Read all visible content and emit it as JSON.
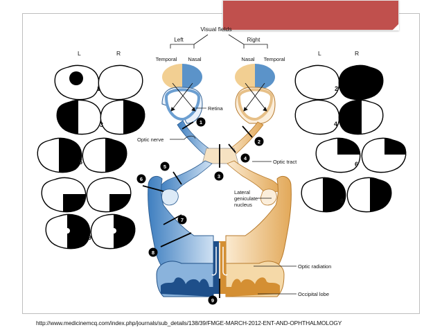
{
  "slide": {
    "accent_color": "#c0504d",
    "source_url": "http://www.medicinemcq.com/index.php/journals/sub_details/138/39/FMGE-MARCH-2012-ENT-AND-OPHTHALMOLOGY"
  },
  "diagram": {
    "header": {
      "visual_fields": "Visual fields",
      "left": "Left",
      "right": "Right",
      "temporal_left": "Temporal",
      "nasal_left": "Nasal",
      "nasal_right": "Nasal",
      "temporal_right": "Temporal"
    },
    "column_labels": {
      "l_left": "L",
      "r_left": "R",
      "l_right": "L",
      "r_right": "R"
    },
    "structure_labels": {
      "retina": "Retina",
      "optic_nerve": "Optic nerve",
      "optic_tract": "Optic tract",
      "lgn_line1": "Lateral",
      "lgn_line2": "geniculate",
      "lgn_line3": "nucleus",
      "optic_radiation": "Optic radiation",
      "occipital_lobe": "Occipital lobe"
    },
    "lesion_numbers": [
      "1",
      "2",
      "3",
      "4",
      "5",
      "6",
      "7",
      "8",
      "9"
    ],
    "colors": {
      "left_visual_field": "#f2cf92",
      "right_visual_field": "#5b93c9",
      "defect": "#000000",
      "lesion_marker": "#000000"
    }
  }
}
